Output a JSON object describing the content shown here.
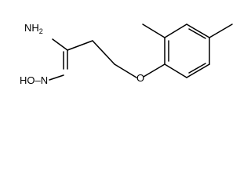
{
  "structure": {
    "labels": {
      "amine": "NH2",
      "amine_main": "H",
      "amine_prefix": "N",
      "amine_sub": "2",
      "oxime": "HO–N",
      "ether_oxygen": "O"
    },
    "bond_color": "#000000",
    "label_color": "#000000"
  }
}
